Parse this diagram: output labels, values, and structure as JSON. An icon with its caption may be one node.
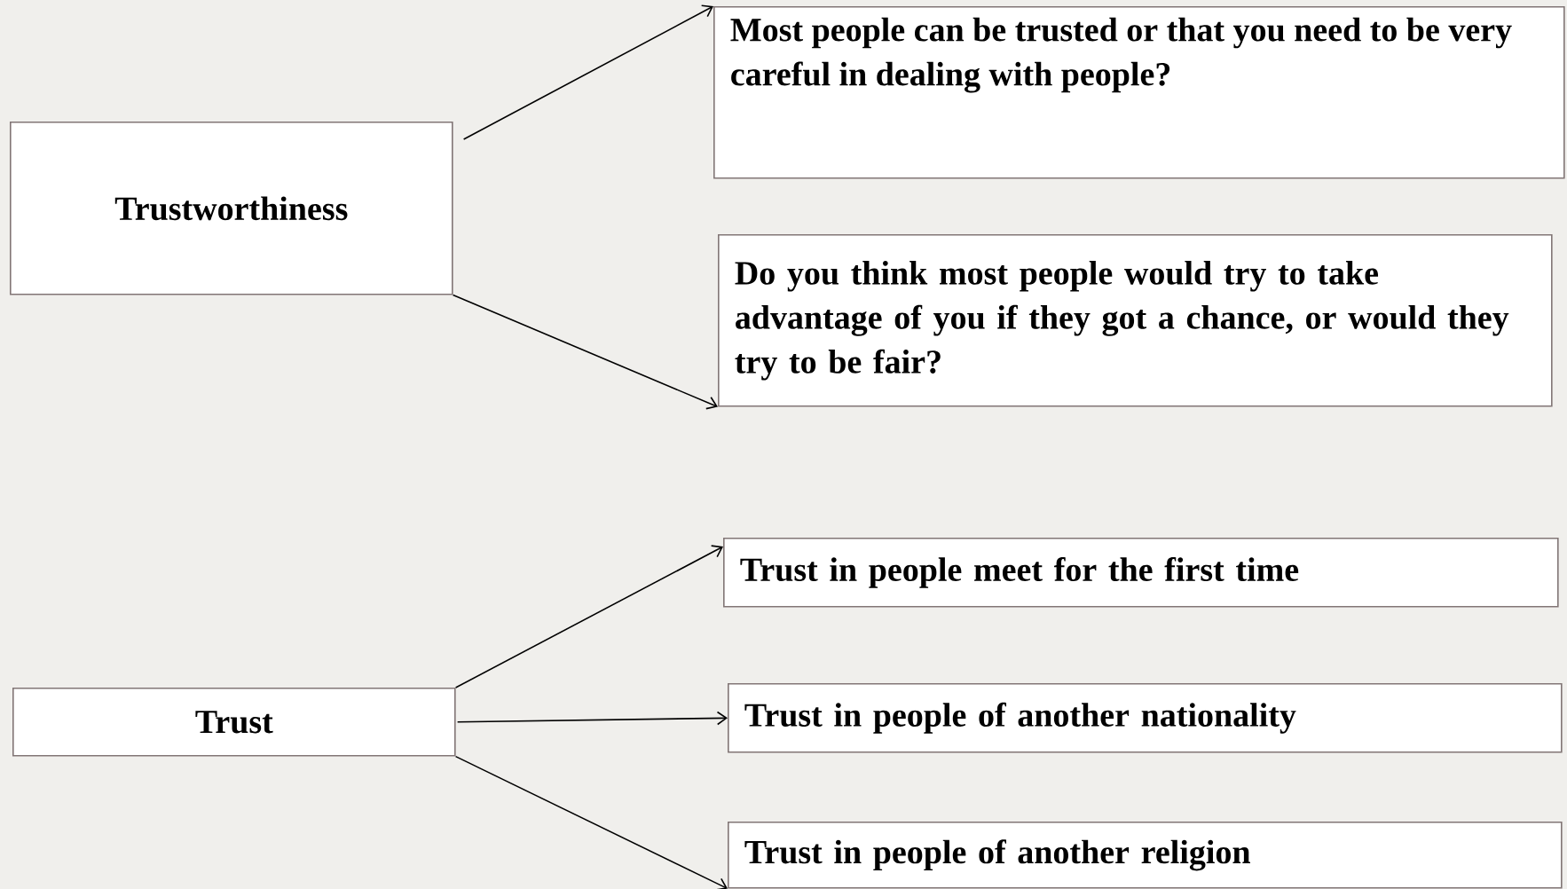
{
  "diagram": {
    "nodes": [
      {
        "text": [
          "Trustworthiness"
        ]
      },
      {
        "text": [
          "Most people can be trusted or that you need to be very careful in dealing with people?"
        ]
      },
      {
        "text": [
          "Do you think most people would try to take advantage of you if they got a chance, or would they try to be fair?"
        ]
      },
      {
        "text": [
          "Trust"
        ]
      },
      {
        "text": [
          "Trust in people meet for the first time"
        ]
      },
      {
        "text": [
          "Trust in people of another nationality"
        ]
      },
      {
        "text": [
          "Trust in people of another religion"
        ]
      }
    ],
    "edges": [
      {
        "from": 0,
        "to": 1,
        "arrow": "to"
      },
      {
        "from": 0,
        "to": 2,
        "arrow": "to"
      },
      {
        "from": 3,
        "to": 4,
        "arrow": "to"
      },
      {
        "from": 3,
        "to": 5,
        "arrow": "to"
      },
      {
        "from": 3,
        "to": 6,
        "arrow": "to"
      }
    ]
  }
}
